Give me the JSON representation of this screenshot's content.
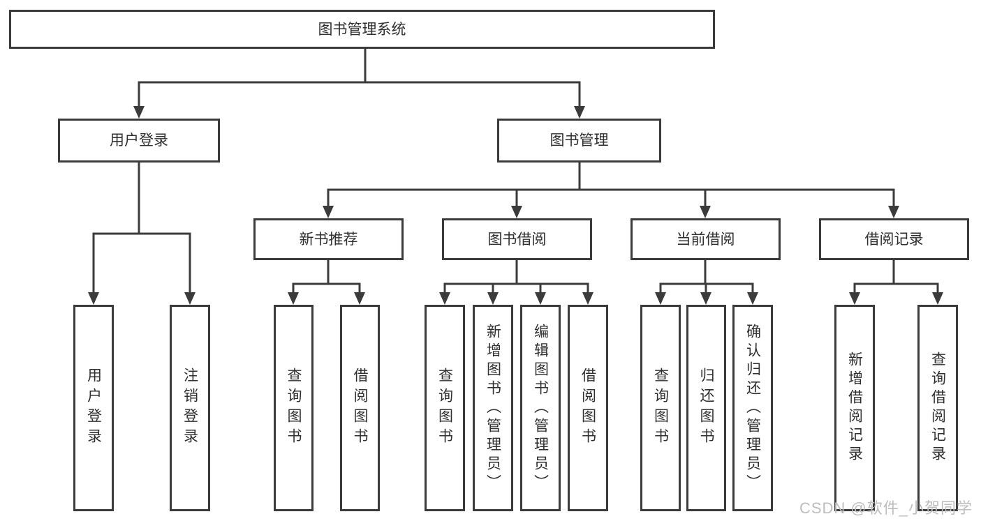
{
  "diagram": {
    "root": "图书管理系统",
    "user_login": {
      "label": "用户登录",
      "children": [
        "用户登录",
        "注销登录"
      ]
    },
    "book_management": {
      "label": "图书管理",
      "sections": [
        {
          "label": "新书推荐",
          "children": [
            "查询图书",
            "借阅图书"
          ]
        },
        {
          "label": "图书借阅",
          "children": [
            "查询图书",
            "新增图书（管理员）",
            "编辑图书（管理员）",
            "借阅图书"
          ]
        },
        {
          "label": "当前借阅",
          "children": [
            "查询图书",
            "归还图书",
            "确认归还（管理员）"
          ]
        },
        {
          "label": "借阅记录",
          "children": [
            "新增借阅记录",
            "查询借阅记录"
          ]
        }
      ]
    }
  },
  "watermark": {
    "text": "CSDN @软件_小贺同学"
  },
  "colors": {
    "line": "#3b3b3b",
    "box_border": "#3b3b3b",
    "text": "#2f2f2f",
    "background": "#ffffff",
    "watermark": "#bdbdbd"
  }
}
